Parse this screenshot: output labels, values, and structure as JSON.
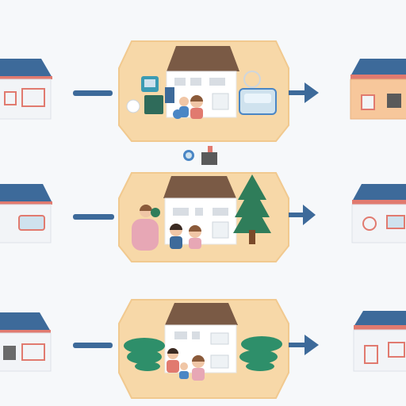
{
  "colors": {
    "background": "#f6f8fa",
    "roof_blue": "#3d6a9a",
    "roof_red": "#e17a6f",
    "house_wall": "#f2f4f7",
    "house_outline": "#dde2e8",
    "window_blue": "#cfe2ee",
    "panel_fill": "#f7d8a8",
    "panel_edge": "#f1c98f",
    "center_roof": "#7a5a45",
    "center_wall": "#ffffff",
    "connector": "#3d6a9a",
    "tree_green": "#2f7d5a",
    "trunk_brown": "#7a4a2a",
    "bush_green": "#2e8f6a",
    "skin": "#f0c6a6",
    "hair_brown": "#8a5a3a",
    "pink": "#e7a7b5",
    "accent_blue": "#4a86c5",
    "appliance_teal": "#3b9bb3"
  },
  "icons": {
    "left_house": "house-icon",
    "center_house": "house-icon",
    "right_house": "house-icon",
    "connector": "dash-icon",
    "arrow": "arrow-right-icon",
    "tree": "tree-icon",
    "bush": "bush-icon",
    "family": "family-icon",
    "appliance": "appliance-icon"
  },
  "rows": [
    {
      "id": "row-1",
      "theme": "appliances"
    },
    {
      "id": "row-2",
      "theme": "family-tree"
    },
    {
      "id": "row-3",
      "theme": "garden"
    }
  ]
}
